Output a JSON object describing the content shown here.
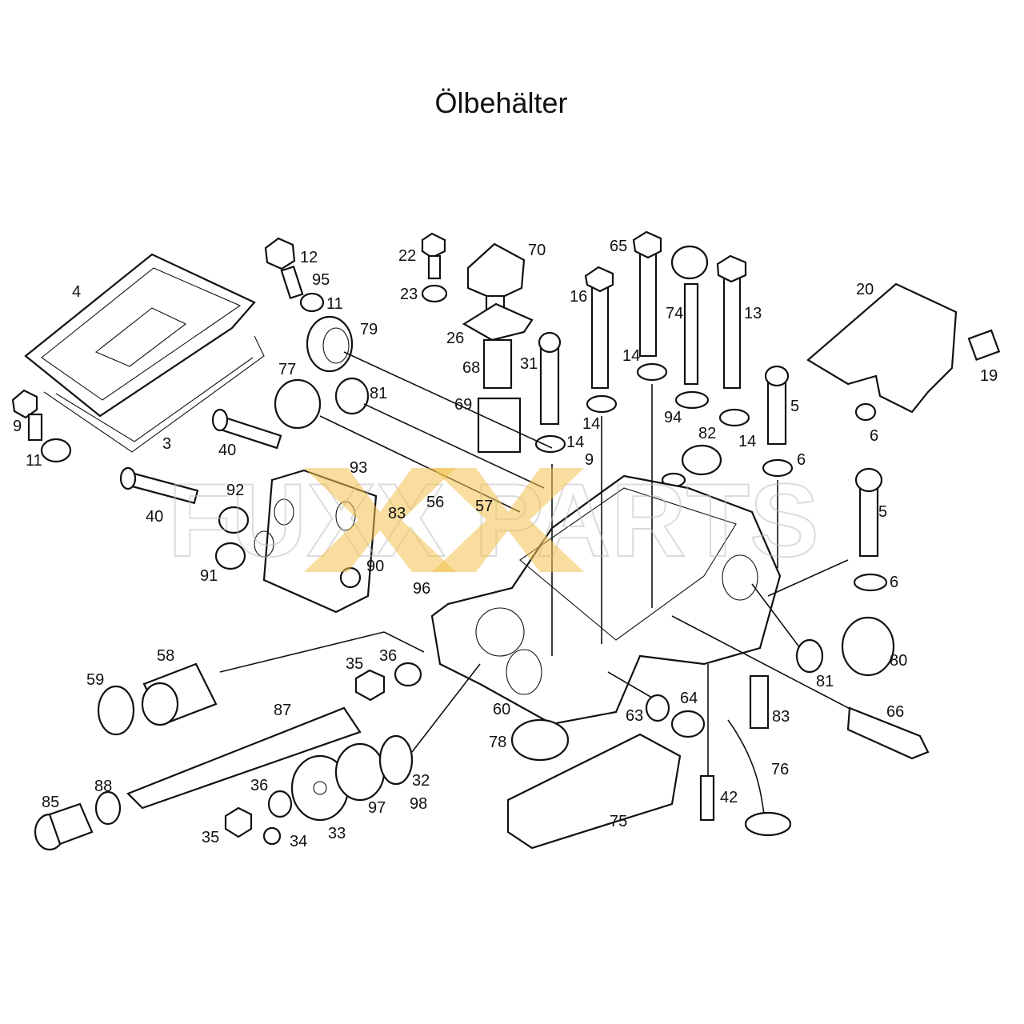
{
  "title": "Ölbehälter",
  "watermark": {
    "text": "FUXX PARTS",
    "accent_color": "#f2c14e"
  },
  "labels": [
    {
      "id": "4",
      "text": "4"
    },
    {
      "id": "12",
      "text": "12"
    },
    {
      "id": "95",
      "text": "95"
    },
    {
      "id": "11a",
      "text": "11"
    },
    {
      "id": "79",
      "text": "79"
    },
    {
      "id": "9a",
      "text": "9"
    },
    {
      "id": "11b",
      "text": "11"
    },
    {
      "id": "3",
      "text": "3"
    },
    {
      "id": "77",
      "text": "77"
    },
    {
      "id": "81a",
      "text": "81"
    },
    {
      "id": "40a",
      "text": "40"
    },
    {
      "id": "40b",
      "text": "40"
    },
    {
      "id": "93",
      "text": "93"
    },
    {
      "id": "92",
      "text": "92"
    },
    {
      "id": "91",
      "text": "91"
    },
    {
      "id": "83a",
      "text": "83"
    },
    {
      "id": "90",
      "text": "90"
    },
    {
      "id": "22",
      "text": "22"
    },
    {
      "id": "23",
      "text": "23"
    },
    {
      "id": "70",
      "text": "70"
    },
    {
      "id": "26",
      "text": "26"
    },
    {
      "id": "68",
      "text": "68"
    },
    {
      "id": "69",
      "text": "69"
    },
    {
      "id": "31",
      "text": "31"
    },
    {
      "id": "14a",
      "text": "14"
    },
    {
      "id": "9b",
      "text": "9"
    },
    {
      "id": "56",
      "text": "56"
    },
    {
      "id": "57",
      "text": "57"
    },
    {
      "id": "96",
      "text": "96"
    },
    {
      "id": "16",
      "text": "16"
    },
    {
      "id": "14b",
      "text": "14"
    },
    {
      "id": "65",
      "text": "65"
    },
    {
      "id": "14c",
      "text": "14"
    },
    {
      "id": "74",
      "text": "74"
    },
    {
      "id": "94",
      "text": "94"
    },
    {
      "id": "13",
      "text": "13"
    },
    {
      "id": "14d",
      "text": "14"
    },
    {
      "id": "82",
      "text": "82"
    },
    {
      "id": "5a",
      "text": "5"
    },
    {
      "id": "6a",
      "text": "6"
    },
    {
      "id": "20",
      "text": "20"
    },
    {
      "id": "19",
      "text": "19"
    },
    {
      "id": "6b",
      "text": "6"
    },
    {
      "id": "5b",
      "text": "5"
    },
    {
      "id": "6c",
      "text": "6"
    },
    {
      "id": "80",
      "text": "80"
    },
    {
      "id": "81b",
      "text": "81"
    },
    {
      "id": "66",
      "text": "66"
    },
    {
      "id": "58",
      "text": "58"
    },
    {
      "id": "59",
      "text": "59"
    },
    {
      "id": "35a",
      "text": "35"
    },
    {
      "id": "36a",
      "text": "36"
    },
    {
      "id": "87",
      "text": "87"
    },
    {
      "id": "60",
      "text": "60"
    },
    {
      "id": "78",
      "text": "78"
    },
    {
      "id": "63",
      "text": "63"
    },
    {
      "id": "64",
      "text": "64"
    },
    {
      "id": "83b",
      "text": "83"
    },
    {
      "id": "76",
      "text": "76"
    },
    {
      "id": "42",
      "text": "42"
    },
    {
      "id": "75",
      "text": "75"
    },
    {
      "id": "85",
      "text": "85"
    },
    {
      "id": "88",
      "text": "88"
    },
    {
      "id": "36b",
      "text": "36"
    },
    {
      "id": "35b",
      "text": "35"
    },
    {
      "id": "34",
      "text": "34"
    },
    {
      "id": "33",
      "text": "33"
    },
    {
      "id": "97",
      "text": "97"
    },
    {
      "id": "32",
      "text": "32"
    },
    {
      "id": "98",
      "text": "98"
    }
  ]
}
